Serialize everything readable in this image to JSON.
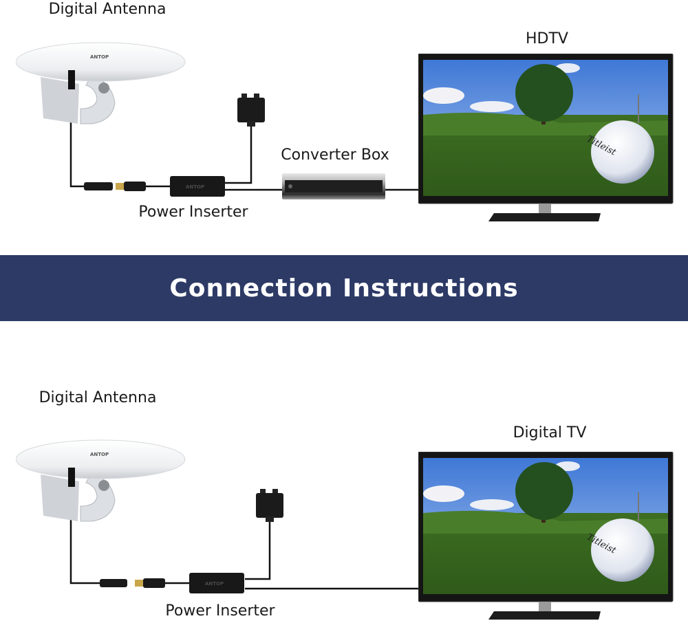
{
  "top_diagram": {
    "antenna_label": "Digital Antenna",
    "inserter_label": "Power Inserter",
    "converter_label": "Converter Box",
    "tv_label": "HDTV"
  },
  "banner": {
    "title": "Connection Instructions",
    "color": "#2d3a66"
  },
  "bottom_diagram": {
    "antenna_label": "Digital Antenna",
    "inserter_label": "Power Inserter",
    "tv_label": "Digital TV"
  },
  "brand": "ANTOP",
  "ball_text": "Titleist"
}
